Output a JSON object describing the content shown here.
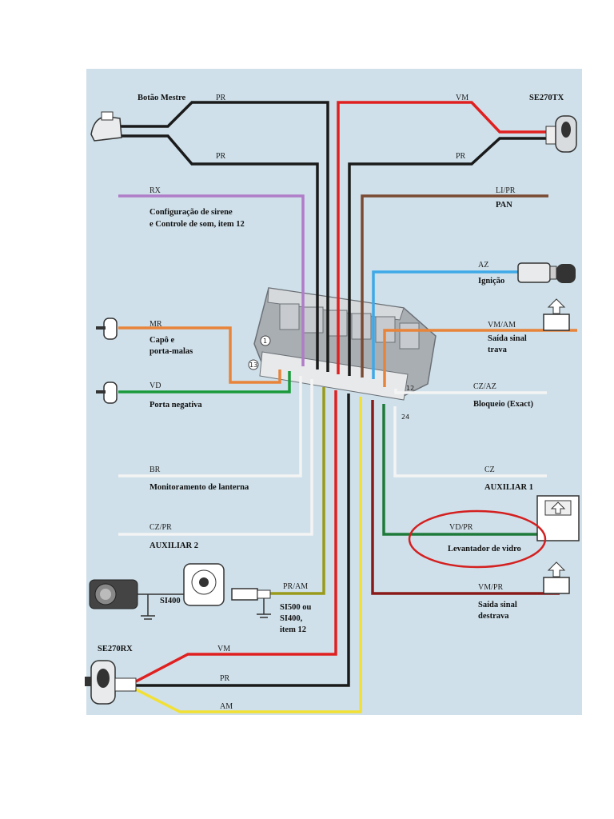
{
  "colors": {
    "background": "#cfe0ea",
    "black": "#1a1a1a",
    "red": "#e02020",
    "purple": "#b07cc8",
    "brown": "#7a4a33",
    "blue": "#3fa9e8",
    "orange": "#e8843a",
    "green": "#1a9a3a",
    "white": "#f4f4f4",
    "yellow": "#f2e033",
    "olive": "#9a9a1a",
    "darkred": "#8a1a1a",
    "darkgreen": "#1e7a3a",
    "highlight_circle": "#d42020"
  },
  "labels": {
    "botao_mestre": "Botão Mestre",
    "pr_top1": "PR",
    "pr_top2": "PR",
    "vm_top": "VM",
    "se270tx": "SE270TX",
    "pr_tx": "PR",
    "rx": "RX",
    "config_line1": "Configuração de sirene",
    "config_line2": "e Controle de som, item 12",
    "li_pr": "LI/PR",
    "pan": "PAN",
    "az": "AZ",
    "ignicao": "Ignição",
    "mr": "MR",
    "capo1": "Capô e",
    "capo2": "porta-malas",
    "vm_am": "VM/AM",
    "saida_trava1": "Saída sinal",
    "saida_trava2": "trava",
    "vd": "VD",
    "porta_negativa": "Porta negativa",
    "cz_az": "CZ/AZ",
    "bloqueio": "Bloqueio (Exact)",
    "br": "BR",
    "monitoramento": "Monitoramento de lanterna",
    "cz": "CZ",
    "auxiliar1": "AUXILIAR 1",
    "cz_pr": "CZ/PR",
    "auxiliar2": "AUXILIAR 2",
    "vd_pr": "VD/PR",
    "levantador": "Levantador de vidro",
    "pr_am": "PR/AM",
    "si400_left": "SI400",
    "si500_1": "SI500 ou",
    "si500_2": "SI400,",
    "si500_3": "item 12",
    "vm_pr": "VM/PR",
    "saida_destrava1": "Saída sinal",
    "saida_destrava2": "destrava",
    "se270rx": "SE270RX",
    "vm_bottom": "VM",
    "pr_bottom": "PR",
    "am_bottom": "AM",
    "pin1": "1",
    "pin12": "12",
    "pin13": "13",
    "pin24": "24"
  }
}
